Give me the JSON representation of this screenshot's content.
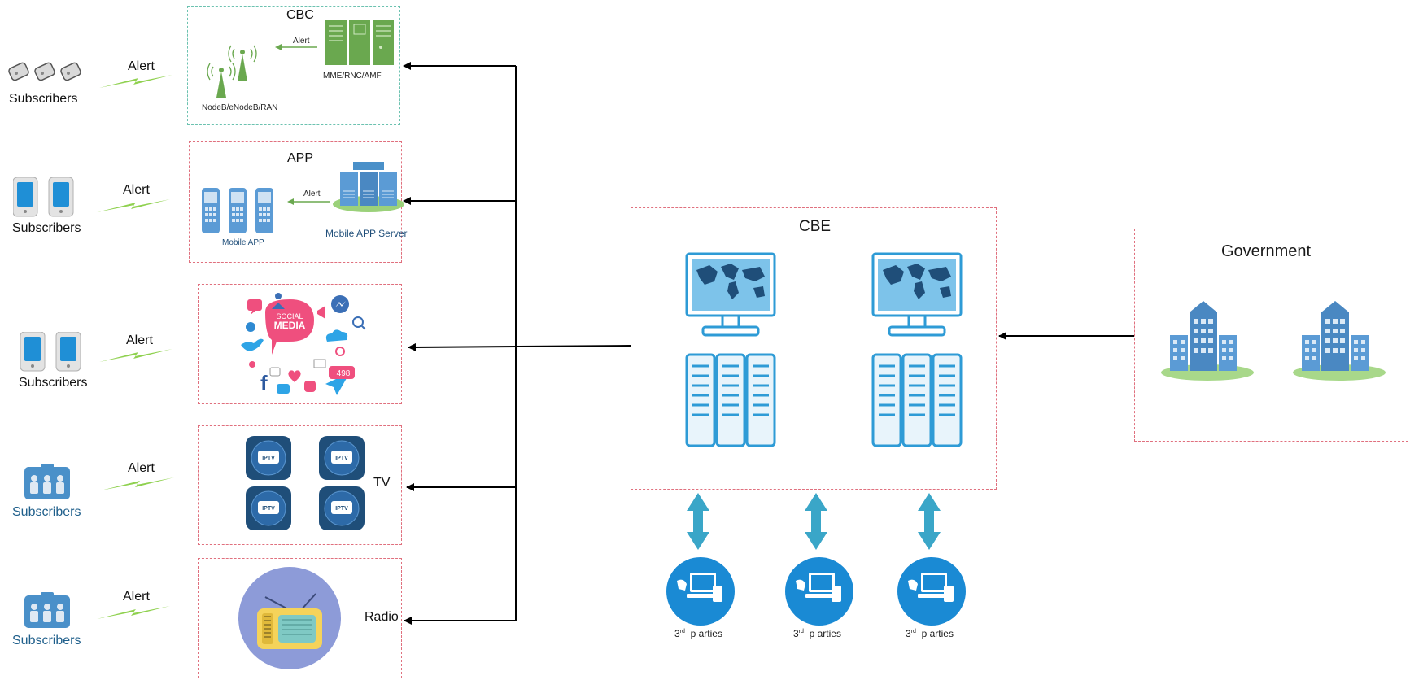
{
  "subscribers_label": "Subscribers",
  "alert_label": "Alert",
  "cbc": {
    "title": "CBC",
    "alert": "Alert",
    "mme": "MME/RNC/AMF",
    "nodeb": "NodeB/eNodeB/RAN"
  },
  "app": {
    "title": "APP",
    "alert": "Alert",
    "mobile_app": "Mobile APP",
    "server": "Mobile APP Server"
  },
  "social": {
    "text1": "SOCIAL",
    "text2": "MEDIA",
    "like_count": "498",
    "facebook": "f"
  },
  "tv": {
    "title": "TV",
    "iptv": "IPTV"
  },
  "radio": {
    "title": "Radio"
  },
  "cbe": {
    "title": "CBE"
  },
  "government": {
    "title": "Government"
  },
  "third_party": {
    "base": "3",
    "sup": "rd",
    "rest": "p arties"
  },
  "colors": {
    "green": "#6aa84f",
    "blue": "#2e9bd6",
    "teal": "#3aa6c8",
    "dark_blue": "#1f4e79",
    "box_red": "#e0707e",
    "box_green": "#6cc2b0"
  }
}
